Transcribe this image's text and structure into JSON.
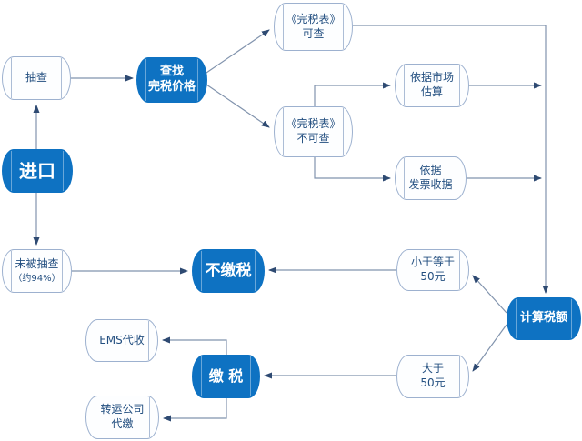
{
  "colors": {
    "node_fill_blue": "#0e72c2",
    "node_border": "#9db1cf",
    "node_text_dark": "#234f80",
    "connector": "#8193ad",
    "arrowhead": "#2e4a72",
    "background": "#ffffff"
  },
  "nodes": {
    "sampling": {
      "label": "抽查"
    },
    "import": {
      "label": "进口"
    },
    "find_dutiable_price": {
      "label": "查找\n完税价格"
    },
    "duty_table_available": {
      "label": "《完税表》\n可查"
    },
    "duty_table_unavailable": {
      "label": "《完税表》\n不可查"
    },
    "market_estimate": {
      "label": "依据市场\n估算"
    },
    "invoice_receipt": {
      "label": "依据\n发票收据"
    },
    "calculate_tax": {
      "label": "计算税额"
    },
    "lte_50_yuan": {
      "label": "小于等于\n50元"
    },
    "gt_50_yuan": {
      "label": "大于\n50元"
    },
    "no_tax": {
      "label": "不缴税"
    },
    "pay_tax": {
      "label": "缴 税"
    },
    "not_sampled": {
      "label": "未被抽查",
      "sublabel": "（约94%）"
    },
    "ems_collect": {
      "label": "EMS代收"
    },
    "transfer_company": {
      "label": "转运公司\n代缴"
    }
  }
}
